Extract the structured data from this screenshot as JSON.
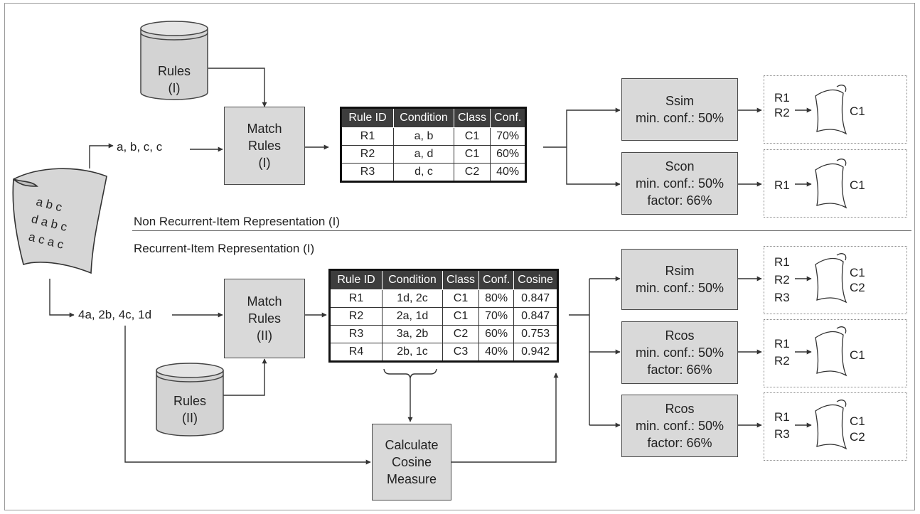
{
  "rules_db_1": {
    "line1": "Rules",
    "line2": "(I)"
  },
  "rules_db_2": {
    "line1": "Rules",
    "line2": "(II)"
  },
  "match_rules_1": {
    "line1": "Match",
    "line2": "Rules",
    "line3": "(I)"
  },
  "match_rules_2": {
    "line1": "Match",
    "line2": "Rules",
    "line3": "(II)"
  },
  "input_top": "a, b, c, c",
  "input_bottom": "4a, 2b, 4c, 1d",
  "document_lines": [
    "a b c",
    "d a b c",
    "a c a c"
  ],
  "section_top_label": "Non Recurrent-Item Representation (I)",
  "section_bottom_label": "Recurrent-Item Representation (I)",
  "table1": {
    "headers": [
      "Rule ID",
      "Condition",
      "Class",
      "Conf."
    ],
    "rows": [
      [
        "R1",
        "a, b",
        "C1",
        "70%"
      ],
      [
        "R2",
        "a, d",
        "C1",
        "60%"
      ],
      [
        "R3",
        "d, c",
        "C2",
        "40%"
      ]
    ]
  },
  "table2": {
    "headers": [
      "Rule ID",
      "Condition",
      "Class",
      "Conf.",
      "Cosine"
    ],
    "rows": [
      [
        "R1",
        "1d, 2c",
        "C1",
        "80%",
        "0.847"
      ],
      [
        "R2",
        "2a, 1d",
        "C1",
        "70%",
        "0.847"
      ],
      [
        "R3",
        "3a, 2b",
        "C2",
        "60%",
        "0.753"
      ],
      [
        "R4",
        "2b, 1c",
        "C3",
        "40%",
        "0.942"
      ]
    ]
  },
  "cosine_box": {
    "line1": "Calculate",
    "line2": "Cosine",
    "line3": "Measure"
  },
  "strategies": [
    {
      "name": "Ssim",
      "line2": "min. conf.: 50%",
      "line3": "",
      "rules": [
        "R1",
        "R2"
      ],
      "classes": [
        "C1"
      ]
    },
    {
      "name": "Scon",
      "line2": "min. conf.: 50%",
      "line3": "factor: 66%",
      "rules": [
        "R1"
      ],
      "classes": [
        "C1"
      ]
    },
    {
      "name": "Rsim",
      "line2": "min. conf.: 50%",
      "line3": "",
      "rules": [
        "R1",
        "R2",
        "R3"
      ],
      "classes": [
        "C1",
        "C2"
      ]
    },
    {
      "name": "Rcos",
      "line2": "min. conf.: 50%",
      "line3": "factor: 66%",
      "rules": [
        "R1",
        "R2"
      ],
      "classes": [
        "C1"
      ]
    },
    {
      "name": "Rcos",
      "line2": "min. conf.: 50%",
      "line3": "factor: 66%",
      "rules": [
        "R1",
        "R3"
      ],
      "classes": [
        "C1",
        "C2"
      ]
    }
  ],
  "colors": {
    "box_fill": "#d9d9d9",
    "table_header": "#3d3d3d",
    "line": "#333333"
  }
}
